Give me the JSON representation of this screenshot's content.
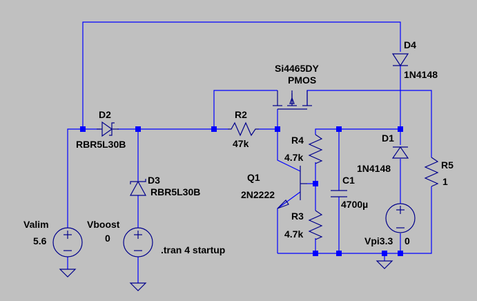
{
  "schematic": {
    "title": "LTspice schematic",
    "background": "#c0c0c0",
    "wire_color": "#0000ff",
    "symbol_color": "#00008b",
    "components": {
      "D2": {
        "name": "D2",
        "value": "RBR5L30B",
        "type": "schottky-diode"
      },
      "D3": {
        "name": "D3",
        "value": "RBR5L30B",
        "type": "schottky-diode"
      },
      "D4": {
        "name": "D4",
        "value": "1N4148",
        "type": "diode"
      },
      "D1": {
        "name": "D1",
        "value": "1N4148",
        "type": "diode"
      },
      "M1": {
        "name": "Si4465DY",
        "value": "PMOS",
        "type": "pmos"
      },
      "R2": {
        "name": "R2",
        "value": "47k",
        "type": "resistor"
      },
      "R4": {
        "name": "R4",
        "value": "4.7k",
        "type": "resistor"
      },
      "R3": {
        "name": "R3",
        "value": "4.7k",
        "type": "resistor"
      },
      "R5": {
        "name": "R5",
        "value": "1",
        "type": "resistor"
      },
      "C1": {
        "name": "C1",
        "value": "4700µ",
        "type": "capacitor"
      },
      "Q1": {
        "name": "Q1",
        "value": "2N2222",
        "type": "npn"
      },
      "Valim": {
        "name": "Valim",
        "value": "5.6",
        "type": "voltage-source"
      },
      "Vboost": {
        "name": "Vboost",
        "value": "0",
        "type": "voltage-source"
      },
      "Vpi": {
        "name": "Vpi3.3",
        "value": "0",
        "type": "voltage-source"
      }
    },
    "directive": ".tran 4 startup"
  }
}
